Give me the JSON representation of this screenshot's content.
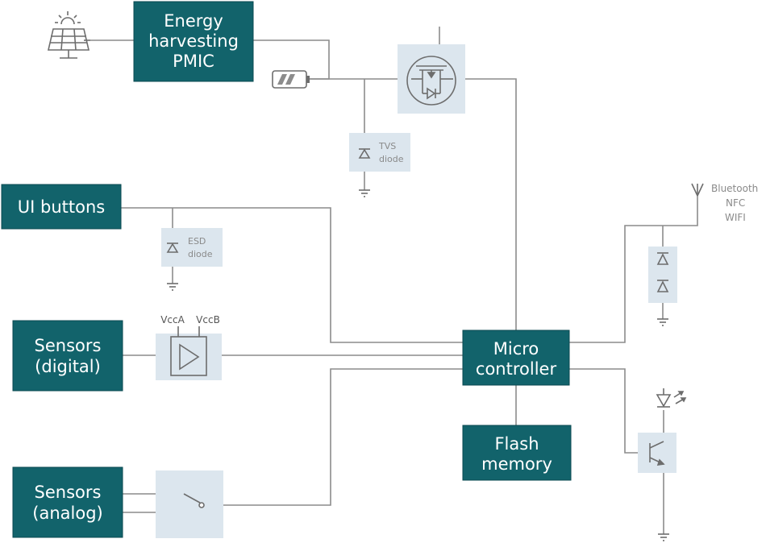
{
  "blocks": {
    "pmic": [
      "Energy",
      "harvesting",
      "PMIC"
    ],
    "ui_buttons": [
      "UI buttons"
    ],
    "sensors_digital": [
      "Sensors",
      "(digital)"
    ],
    "sensors_analog": [
      "Sensors",
      "(analog)"
    ],
    "micro": [
      "Micro",
      "controller"
    ],
    "flash": [
      "Flash",
      "memory"
    ]
  },
  "labels": {
    "tvs": [
      "TVS",
      "diode"
    ],
    "esd": [
      "ESD",
      "diode"
    ],
    "vcca": "VccA",
    "vccb": "VccB",
    "wireless": [
      "Bluetooth",
      "NFC",
      "WIFI"
    ]
  },
  "icons": [
    "solar-panel-icon",
    "battery-icon",
    "mosfet-icon",
    "tvs-diode-icon",
    "esd-diode-icon",
    "level-shifter-icon",
    "analog-switch-icon",
    "antenna-icon",
    "bidirectional-tvs-icon",
    "led-icon",
    "transistor-icon",
    "ground-icon"
  ],
  "colors": {
    "block": "#12636b",
    "component_background": "#dce6ee",
    "wire": "#8c8c8c"
  }
}
